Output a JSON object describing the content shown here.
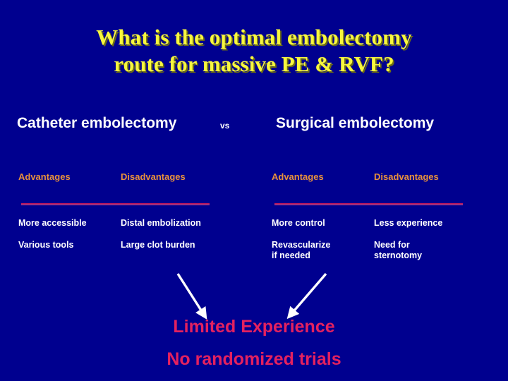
{
  "slide": {
    "background_color": "#00008F",
    "title_lines": [
      "What is the optimal embolectomy",
      "route for massive PE & RVF?"
    ],
    "title_color": "#F7F73E"
  },
  "compare": {
    "left_heading": "Catheter embolectomy",
    "vs_label": "vs",
    "right_heading": "Surgical embolectomy",
    "heading_color": "#FFFFFF"
  },
  "catheter_table": {
    "name": "Catheter embolectomy",
    "columns": [
      "Advantages",
      "Disadvantages"
    ],
    "column_color": "#E8913C",
    "divider_color": "#A0307F",
    "rows": [
      [
        "More accessible",
        "Distal embolization"
      ],
      [
        "Various tools",
        "Large clot burden"
      ]
    ]
  },
  "surgical_table": {
    "name": "Surgical embolectomy",
    "columns": [
      "Advantages",
      "Disadvantages"
    ],
    "column_color": "#E8913C",
    "divider_color": "#A0307F",
    "rows": [
      [
        "More control",
        "Less experience"
      ],
      [
        "Revascularize\nif needed",
        "Need for\nsternotomy"
      ]
    ]
  },
  "conclusion": {
    "line1": "Limited Experience",
    "line2": "No randomized trials",
    "color": "#E4215F",
    "arrow_color": "#FFFFFF"
  }
}
